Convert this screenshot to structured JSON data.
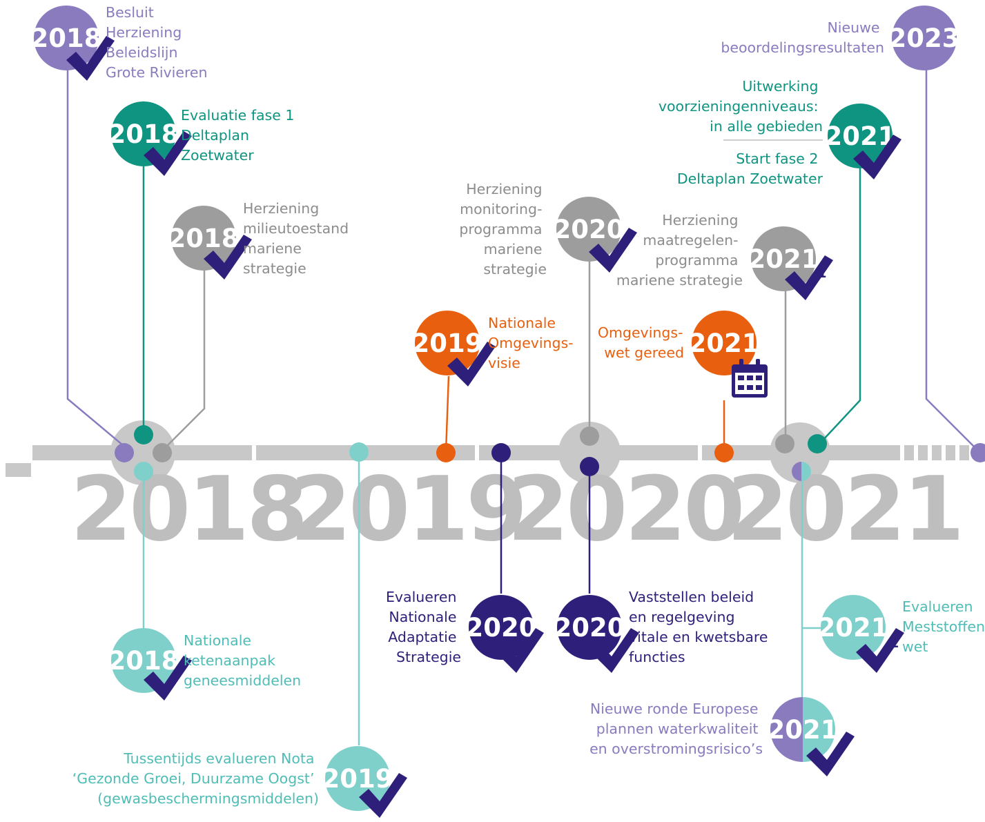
{
  "colors": {
    "purple": "#8a7bbf",
    "teal": "#0e9480",
    "gray": "#9d9d9d",
    "orange": "#e8600f",
    "navy": "#2e1f7a",
    "light_teal": "#7fd0cb",
    "axis": "#c8c8c8",
    "big_year": "#bebebe"
  },
  "axis_years": [
    "2018",
    "2019",
    "2020",
    "2021"
  ],
  "milestones": [
    {
      "id": "m1",
      "year": "2018",
      "lines": [
        "Besluit",
        "Herziening",
        "Beleidslijn",
        "Grote Rivieren"
      ],
      "status": "check-icon",
      "color": "purple"
    },
    {
      "id": "m2",
      "year": "2018",
      "lines": [
        "Evaluatie fase 1",
        "Deltaplan",
        "Zoetwater"
      ],
      "status": "check-icon",
      "color": "teal"
    },
    {
      "id": "m3",
      "year": "2018",
      "lines": [
        "Herziening",
        "milieutoestand",
        "mariene",
        "strategie"
      ],
      "status": "check-icon",
      "color": "gray"
    },
    {
      "id": "m4",
      "year": "2019",
      "lines": [
        "Nationale",
        "Omgevings-",
        "visie"
      ],
      "status": "check-icon",
      "color": "orange"
    },
    {
      "id": "m5",
      "year": "2020",
      "lines": [
        "Herziening",
        "monitoring-",
        "programma",
        "mariene",
        "strategie"
      ],
      "status": "check-icon",
      "color": "gray"
    },
    {
      "id": "m6",
      "year": "2021",
      "lines": [
        "Omgevings-",
        "wet gereed"
      ],
      "status": "calendar-icon",
      "color": "orange"
    },
    {
      "id": "m7",
      "year": "2021",
      "lines": [
        "Herziening",
        "maatregelen-",
        "programma",
        "mariene strategie"
      ],
      "status": "check-icon",
      "footnote": "1",
      "color": "gray"
    },
    {
      "id": "m8",
      "year": "2021",
      "lines": [
        "Uitwerking",
        "voorzieningenniveaus:",
        "in alle gebieden"
      ],
      "lines2": [
        "Start fase 2",
        "Deltaplan Zoetwater"
      ],
      "status": "check-icon",
      "color": "teal"
    },
    {
      "id": "m9",
      "year": "2023",
      "lines": [
        "Nieuwe",
        "beoordelingsresultaten"
      ],
      "color": "purple"
    },
    {
      "id": "m10",
      "year": "2018",
      "lines": [
        "Nationale",
        "ketenaanpak",
        "geneesmiddelen"
      ],
      "status": "check-icon",
      "color": "light_teal"
    },
    {
      "id": "m11",
      "year": "2019",
      "lines": [
        "Tussentijds evalueren Nota",
        "‘Gezonde Groei, Duurzame Oogst’",
        "(gewasbeschermingsmiddelen)"
      ],
      "status": "check-icon",
      "color": "light_teal"
    },
    {
      "id": "m12",
      "year": "2020",
      "lines": [
        "Evalueren",
        "Nationale",
        "Adaptatie",
        "Strategie"
      ],
      "status": "check-icon",
      "color": "navy"
    },
    {
      "id": "m13",
      "year": "2020",
      "lines": [
        "Vaststellen beleid",
        "en regelgeving",
        "vitale en kwetsbare",
        "functies"
      ],
      "status": "check-icon",
      "color": "navy"
    },
    {
      "id": "m14",
      "year": "2021",
      "lines": [
        "Evalueren",
        "Meststoffen-",
        "wet"
      ],
      "status": "check-icon",
      "footnote": "2",
      "color": "light_teal"
    },
    {
      "id": "m15",
      "year": "2021",
      "lines": [
        "Nieuwe ronde Europese",
        "plannen waterkwaliteit",
        "en overstromingsrisico’s"
      ],
      "status": "check-icon",
      "footnote": "1",
      "color": "purple+light_teal"
    }
  ]
}
